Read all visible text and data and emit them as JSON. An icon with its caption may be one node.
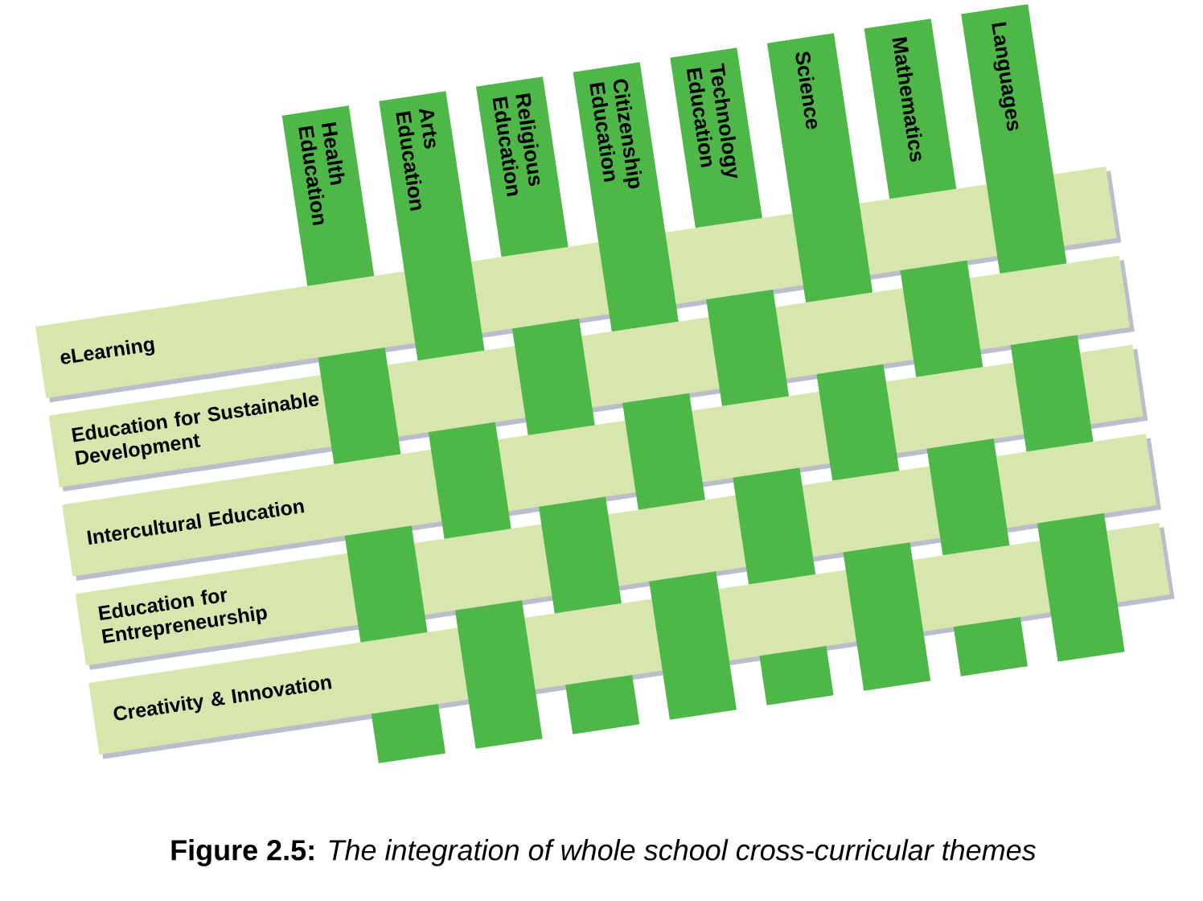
{
  "diagram": {
    "caption": "**Figure 2.5:** *The integration of whole school cross-curricular themes*",
    "nodes": [
      {
        "text": [
          "Health Education"
        ]
      },
      {
        "text": [
          "Arts Education"
        ]
      },
      {
        "text": [
          "Religious Education"
        ]
      },
      {
        "text": [
          "Citizenship Education"
        ]
      },
      {
        "text": [
          "Technology Education"
        ]
      },
      {
        "text": [
          "Science"
        ]
      },
      {
        "text": [
          "Mathematics"
        ]
      },
      {
        "text": [
          "Languages"
        ]
      },
      {
        "text": [
          "eLearning"
        ]
      },
      {
        "text": [
          "Education for Sustainable Development"
        ]
      },
      {
        "text": [
          "Intercultural Education"
        ]
      },
      {
        "text": [
          "Education for Entrepreneurship"
        ]
      },
      {
        "text": [
          "Creativity & Innovation"
        ]
      }
    ]
  }
}
